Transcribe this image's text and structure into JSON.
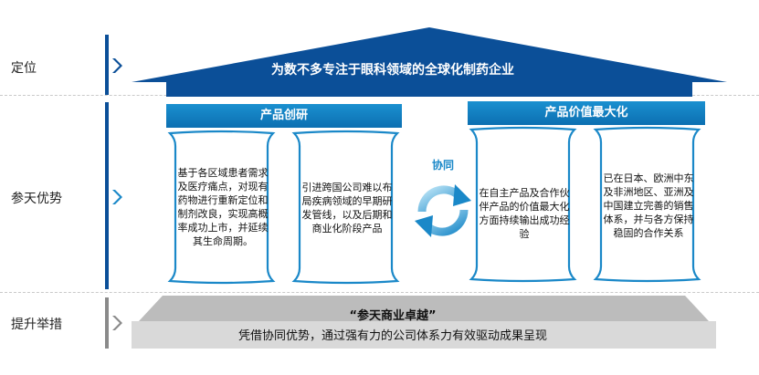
{
  "rows": {
    "positioning": {
      "label": "定位"
    },
    "advantages": {
      "label": "参天优势"
    },
    "measures": {
      "label": "提升举措"
    }
  },
  "roof": {
    "text": "为数不多专注于眼科领域的全球化制药企业"
  },
  "sections": {
    "innovation": {
      "title": "产品创研"
    },
    "value": {
      "title": "产品价值最大化"
    }
  },
  "cards": [
    {
      "text": "基于各区域患者需求及医疗痛点，对现有药物进行重新定位和制剂改良，实现高概率成功上市，并延续其生命周期。"
    },
    {
      "text": "引进跨国公司难以布局疾病领域的早期研发管线，以及后期和商业化阶段产品"
    },
    {
      "text": "在自主产品及合作伙伴产品的价值最大化方面持续输出成功经验"
    },
    {
      "text": "已在日本、欧洲中东及非洲地区、亚洲及中国建立完善的销售体系，并与各方保持稳固的合作关系"
    }
  ],
  "synergy": {
    "label": "协同",
    "icon": "cycle-arrows-icon"
  },
  "base": {
    "headline": "“参天商业卓越”",
    "text": "凭借协同优势，通过强有力的公司体系力有效驱动成果呈现"
  },
  "colors": {
    "primary_blue": "#0b4f98",
    "accent_blue": "#1a88c8",
    "gray": "#8a8a8a"
  }
}
